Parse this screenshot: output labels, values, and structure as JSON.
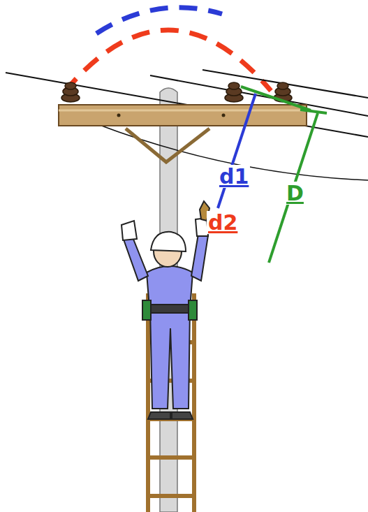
{
  "diagram": {
    "labels": [
      "d1",
      "d2",
      "D"
    ]
  }
}
